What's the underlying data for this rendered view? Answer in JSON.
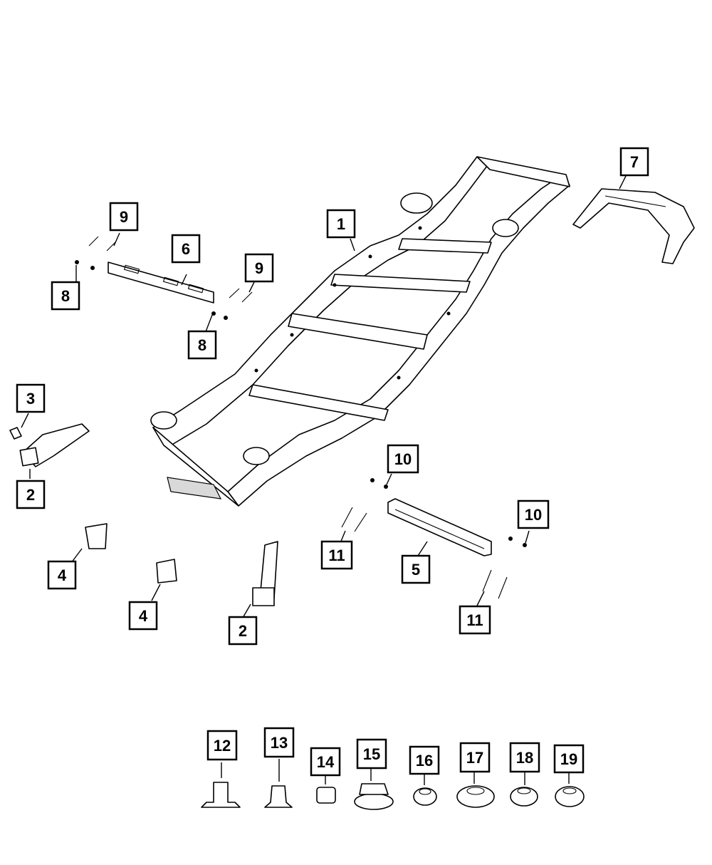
{
  "callouts": [
    {
      "id": "c1",
      "label": "1"
    },
    {
      "id": "c2a",
      "label": "2"
    },
    {
      "id": "c2b",
      "label": "2"
    },
    {
      "id": "c3",
      "label": "3"
    },
    {
      "id": "c4a",
      "label": "4"
    },
    {
      "id": "c4b",
      "label": "4"
    },
    {
      "id": "c5",
      "label": "5"
    },
    {
      "id": "c6",
      "label": "6"
    },
    {
      "id": "c7",
      "label": "7"
    },
    {
      "id": "c8a",
      "label": "8"
    },
    {
      "id": "c8b",
      "label": "8"
    },
    {
      "id": "c9a",
      "label": "9"
    },
    {
      "id": "c9b",
      "label": "9"
    },
    {
      "id": "c10a",
      "label": "10"
    },
    {
      "id": "c10b",
      "label": "10"
    },
    {
      "id": "c11a",
      "label": "11"
    },
    {
      "id": "c11b",
      "label": "11"
    },
    {
      "id": "c12",
      "label": "12"
    },
    {
      "id": "c13",
      "label": "13"
    },
    {
      "id": "c14",
      "label": "14"
    },
    {
      "id": "c15",
      "label": "15"
    },
    {
      "id": "c16",
      "label": "16"
    },
    {
      "id": "c17",
      "label": "17"
    },
    {
      "id": "c18",
      "label": "18"
    },
    {
      "id": "c19",
      "label": "19"
    }
  ]
}
